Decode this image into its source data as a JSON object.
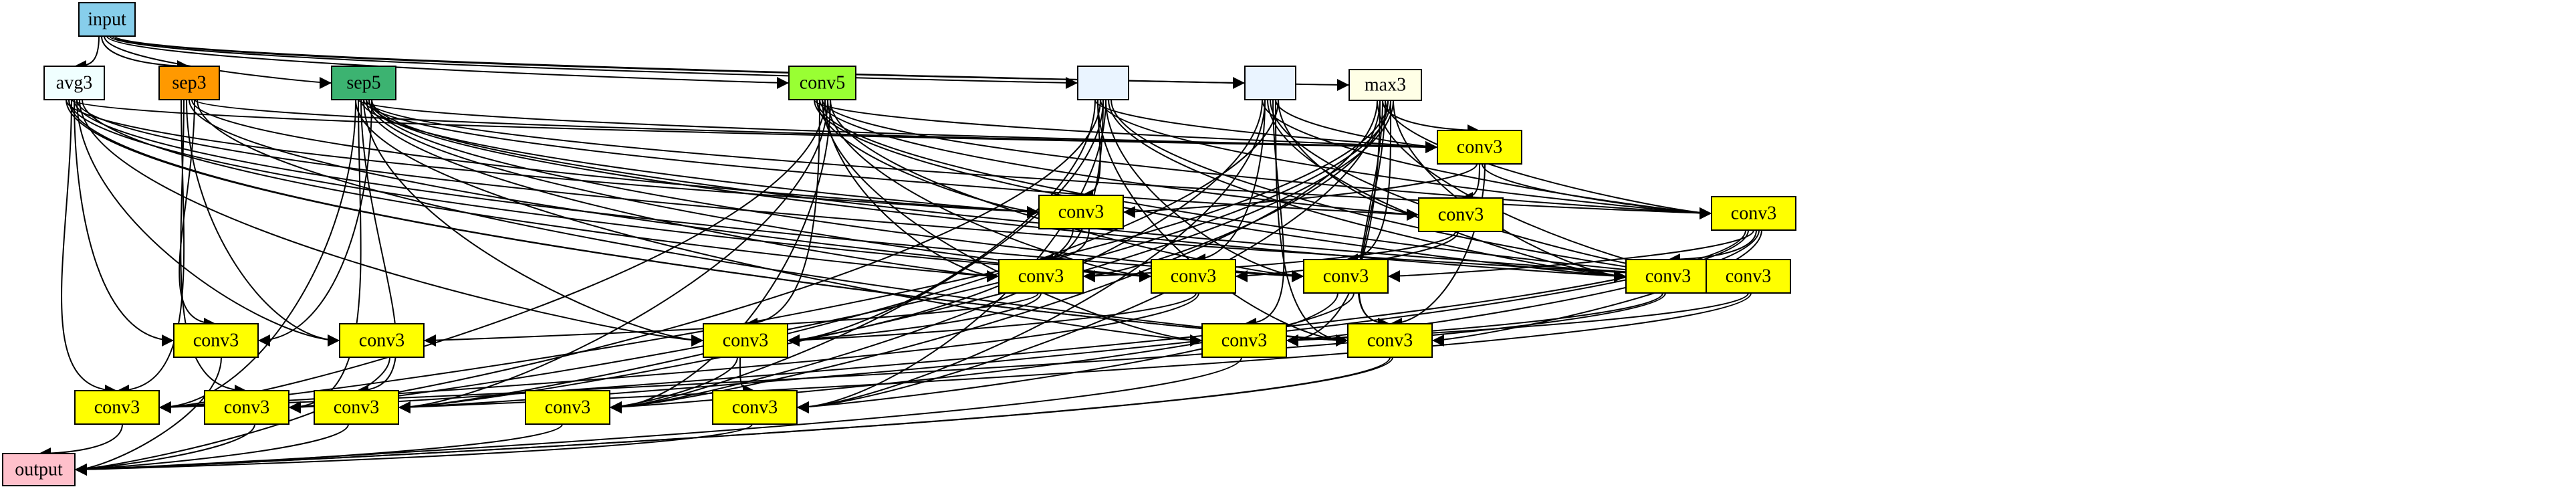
{
  "nodes": [
    {
      "id": "input",
      "label": "input",
      "color": "#87CEEB"
    },
    {
      "id": "avg3",
      "label": "avg3",
      "color": "#F0FFFF"
    },
    {
      "id": "sep3",
      "label": "sep3",
      "color": "#FF9900"
    },
    {
      "id": "sep5",
      "label": "sep5",
      "color": "#3CB371"
    },
    {
      "id": "conv5",
      "label": "conv5",
      "color": "#99FF33"
    },
    {
      "id": "id1",
      "label": "",
      "color": "#EAF4FF"
    },
    {
      "id": "id2",
      "label": "",
      "color": "#EAF4FF"
    },
    {
      "id": "max3",
      "label": "max3",
      "color": "#FFFFE6"
    },
    {
      "id": "c1",
      "label": "conv3",
      "color": "#FFFF00"
    },
    {
      "id": "c2",
      "label": "conv3",
      "color": "#FFFF00"
    },
    {
      "id": "c3",
      "label": "conv3",
      "color": "#FFFF00"
    },
    {
      "id": "c4",
      "label": "conv3",
      "color": "#FFFF00"
    },
    {
      "id": "c5",
      "label": "conv3",
      "color": "#FFFF00"
    },
    {
      "id": "c6",
      "label": "conv3",
      "color": "#FFFF00"
    },
    {
      "id": "c7",
      "label": "conv3",
      "color": "#FFFF00"
    },
    {
      "id": "c8",
      "label": "conv3",
      "color": "#FFFF00"
    },
    {
      "id": "c9",
      "label": "conv3",
      "color": "#FFFF00"
    },
    {
      "id": "c10",
      "label": "conv3",
      "color": "#FFFF00"
    },
    {
      "id": "c11",
      "label": "conv3",
      "color": "#FFFF00"
    },
    {
      "id": "c12",
      "label": "conv3",
      "color": "#FFFF00"
    },
    {
      "id": "c13",
      "label": "conv3",
      "color": "#FFFF00"
    },
    {
      "id": "c14",
      "label": "conv3",
      "color": "#FFFF00"
    },
    {
      "id": "c15",
      "label": "conv3",
      "color": "#FFFF00"
    },
    {
      "id": "c16",
      "label": "conv3",
      "color": "#FFFF00"
    },
    {
      "id": "c17",
      "label": "conv3",
      "color": "#FFFF00"
    },
    {
      "id": "c18",
      "label": "conv3",
      "color": "#FFFF00"
    },
    {
      "id": "c19",
      "label": "conv3",
      "color": "#FFFF00"
    },
    {
      "id": "c20",
      "label": "conv3",
      "color": "#FFFF00"
    },
    {
      "id": "output",
      "label": "output",
      "color": "#FFC0CB"
    }
  ],
  "edges": [
    [
      "input",
      "avg3"
    ],
    [
      "input",
      "sep3"
    ],
    [
      "input",
      "sep5"
    ],
    [
      "input",
      "conv5"
    ],
    [
      "input",
      "id1"
    ],
    [
      "input",
      "id2"
    ],
    [
      "input",
      "max3"
    ],
    [
      "avg3",
      "c14"
    ],
    [
      "avg3",
      "c15"
    ],
    [
      "avg3",
      "c16"
    ],
    [
      "avg3",
      "c10"
    ],
    [
      "avg3",
      "c11"
    ],
    [
      "avg3",
      "c12"
    ],
    [
      "avg3",
      "c5"
    ],
    [
      "avg3",
      "c2"
    ],
    [
      "avg3",
      "c6"
    ],
    [
      "avg3",
      "c1"
    ],
    [
      "avg3",
      "c7"
    ],
    [
      "avg3",
      "c9"
    ],
    [
      "sep3",
      "c10"
    ],
    [
      "sep3",
      "c15"
    ],
    [
      "sep3",
      "c16"
    ],
    [
      "sep3",
      "c17"
    ],
    [
      "sep3",
      "c11"
    ],
    [
      "sep3",
      "c6"
    ],
    [
      "sep3",
      "c2"
    ],
    [
      "sep3",
      "c1"
    ],
    [
      "sep5",
      "c10"
    ],
    [
      "sep5",
      "c16"
    ],
    [
      "sep5",
      "c17"
    ],
    [
      "sep5",
      "c18"
    ],
    [
      "sep5",
      "c12"
    ],
    [
      "sep5",
      "c5"
    ],
    [
      "sep5",
      "c6"
    ],
    [
      "sep5",
      "c7"
    ],
    [
      "sep5",
      "c13"
    ],
    [
      "sep5",
      "c1"
    ],
    [
      "sep5",
      "c2"
    ],
    [
      "sep5",
      "c3"
    ],
    [
      "sep5",
      "c4"
    ],
    [
      "sep5",
      "c8"
    ],
    [
      "sep5",
      "c9"
    ],
    [
      "conv5",
      "c1"
    ],
    [
      "conv5",
      "c2"
    ],
    [
      "conv5",
      "c3"
    ],
    [
      "conv5",
      "c4"
    ],
    [
      "conv5",
      "c5"
    ],
    [
      "conv5",
      "c6"
    ],
    [
      "conv5",
      "c7"
    ],
    [
      "conv5",
      "c8"
    ],
    [
      "conv5",
      "c9"
    ],
    [
      "conv5",
      "c12"
    ],
    [
      "conv5",
      "c13"
    ],
    [
      "conv5",
      "c16"
    ],
    [
      "conv5",
      "c18"
    ],
    [
      "conv5",
      "c19"
    ],
    [
      "id1",
      "c1"
    ],
    [
      "id1",
      "c2"
    ],
    [
      "id1",
      "c4"
    ],
    [
      "id1",
      "c5"
    ],
    [
      "id1",
      "c7"
    ],
    [
      "id1",
      "c8"
    ],
    [
      "id1",
      "c9"
    ],
    [
      "id1",
      "c12"
    ],
    [
      "id1",
      "c14"
    ],
    [
      "id1",
      "c17"
    ],
    [
      "id1",
      "c19"
    ],
    [
      "id1",
      "c20"
    ],
    [
      "id2",
      "c1"
    ],
    [
      "id2",
      "c3"
    ],
    [
      "id2",
      "c4"
    ],
    [
      "id2",
      "c6"
    ],
    [
      "id2",
      "c8"
    ],
    [
      "id2",
      "c9"
    ],
    [
      "id2",
      "c13"
    ],
    [
      "id2",
      "c15"
    ],
    [
      "id2",
      "c18"
    ],
    [
      "id2",
      "c19"
    ],
    [
      "id2",
      "c20"
    ],
    [
      "max3",
      "c1"
    ],
    [
      "max3",
      "c4"
    ],
    [
      "max3",
      "c5"
    ],
    [
      "max3",
      "c7"
    ],
    [
      "max3",
      "c8"
    ],
    [
      "max3",
      "c9"
    ],
    [
      "max3",
      "c13"
    ],
    [
      "max3",
      "c14"
    ],
    [
      "max3",
      "c15"
    ],
    [
      "max3",
      "c16"
    ],
    [
      "max3",
      "c17"
    ],
    [
      "max3",
      "c18"
    ],
    [
      "max3",
      "c19"
    ],
    [
      "max3",
      "c20"
    ],
    [
      "c1",
      "c2"
    ],
    [
      "c1",
      "c3"
    ],
    [
      "c1",
      "c4"
    ],
    [
      "c1",
      "c14"
    ],
    [
      "c2",
      "c5"
    ],
    [
      "c2",
      "c12"
    ],
    [
      "c3",
      "c5"
    ],
    [
      "c3",
      "c6"
    ],
    [
      "c4",
      "c7"
    ],
    [
      "c4",
      "c8"
    ],
    [
      "c4",
      "c13"
    ],
    [
      "c4",
      "c15"
    ],
    [
      "c4",
      "c17"
    ],
    [
      "c4",
      "c18"
    ],
    [
      "c5",
      "c11"
    ],
    [
      "c5",
      "c12"
    ],
    [
      "c6",
      "c12"
    ],
    [
      "c6",
      "c16"
    ],
    [
      "c7",
      "c19"
    ],
    [
      "c7",
      "c20"
    ],
    [
      "c8",
      "c13"
    ],
    [
      "c8",
      "c16"
    ],
    [
      "c9",
      "c13"
    ],
    [
      "c9",
      "c18"
    ],
    [
      "c10",
      "output"
    ],
    [
      "c11",
      "output"
    ],
    [
      "c12",
      "c19"
    ],
    [
      "c12",
      "c20"
    ],
    [
      "c13",
      "output"
    ],
    [
      "c14",
      "output"
    ],
    [
      "c15",
      "output"
    ],
    [
      "c16",
      "output"
    ],
    [
      "c17",
      "output"
    ],
    [
      "c18",
      "output"
    ],
    [
      "c19",
      "output"
    ],
    [
      "c20",
      "output"
    ]
  ]
}
